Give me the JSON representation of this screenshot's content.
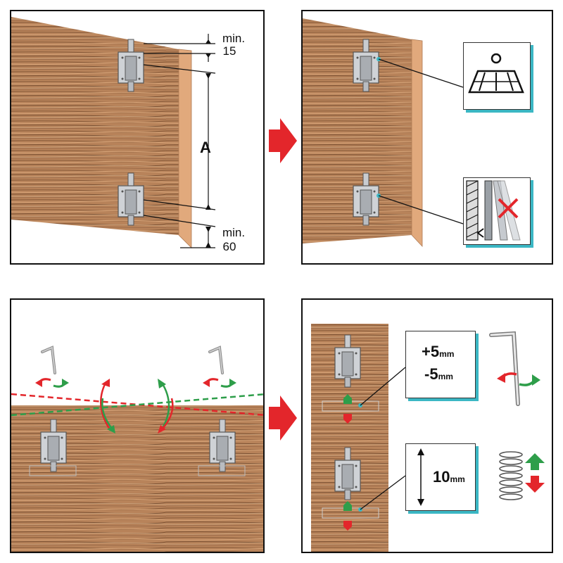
{
  "panel1": {
    "top_dim": {
      "min": "min.",
      "value": "15"
    },
    "spacing_label": "A",
    "bottom_dim": {
      "min": "min.",
      "value": "60"
    }
  },
  "panel4": {
    "adjust_plus_value": "+5",
    "adjust_plus_unit": "mm",
    "adjust_minus_value": "-5",
    "adjust_minus_unit": "mm",
    "depth_value": "10",
    "depth_unit": "mm"
  },
  "colors": {
    "wood": "#b8835a",
    "wood_edge": "#e1a97c",
    "arrow_red": "#e3262b",
    "arrow_green": "#2e9e4a",
    "accent_teal": "#3bb7c4",
    "frame": "#111111"
  },
  "icons": [
    "weight-icon",
    "wall-no-tilt-icon",
    "hex-key-icon",
    "spring-icon",
    "rotate-icon"
  ]
}
